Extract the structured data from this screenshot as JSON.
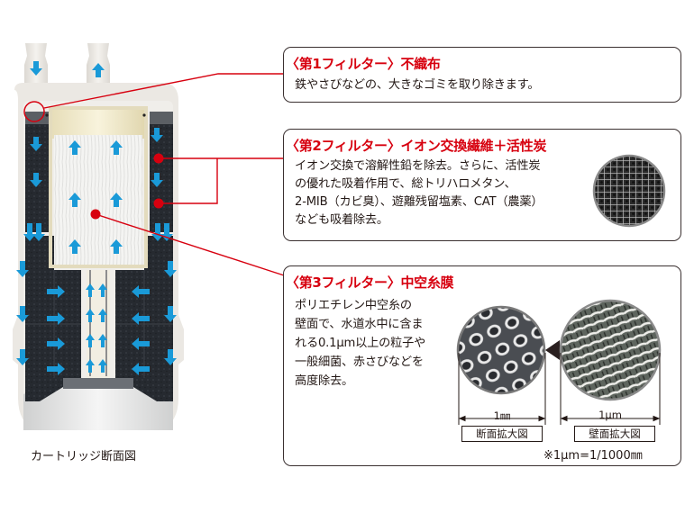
{
  "diagram": {
    "cartridge_caption": "カートリッジ断面図",
    "colors": {
      "accent_red": "#d7000f",
      "flow_blue": "#1a9ad8",
      "carbon_dark": "#2a2e33",
      "housing": "#e9e6e1",
      "fiber_cream": "#f2ecd0"
    },
    "filters": [
      {
        "title": "〈第1フィルター〉不織布",
        "description": "鉄やさびなどの、大きなゴミを取り除きます。"
      },
      {
        "title": "〈第2フィルター〉イオン交換繊維＋活性炭",
        "description": "イオン交換で溶解性鉛を除去。さらに、活性炭\nの優れた吸着作用で、総トリハロメタン、\n2-MIB（カビ臭）、遊離残留塩素、CAT（農薬）\nなども吸着除去。",
        "image_label": "activated-carbon-micrograph"
      },
      {
        "title": "〈第3フィルター〉中空糸膜",
        "description": "ポリエチレン中空糸の\n壁面で、水道水中に含ま\nれる0.1μm以上の粒子や\n一般細菌、赤さびなどを\n高度除去。",
        "images": [
          {
            "scale": "1㎜",
            "label": "断面拡大図"
          },
          {
            "scale": "1μm",
            "label": "壁面拡大図"
          }
        ],
        "note": "※1μm=1/1000㎜"
      }
    ]
  }
}
